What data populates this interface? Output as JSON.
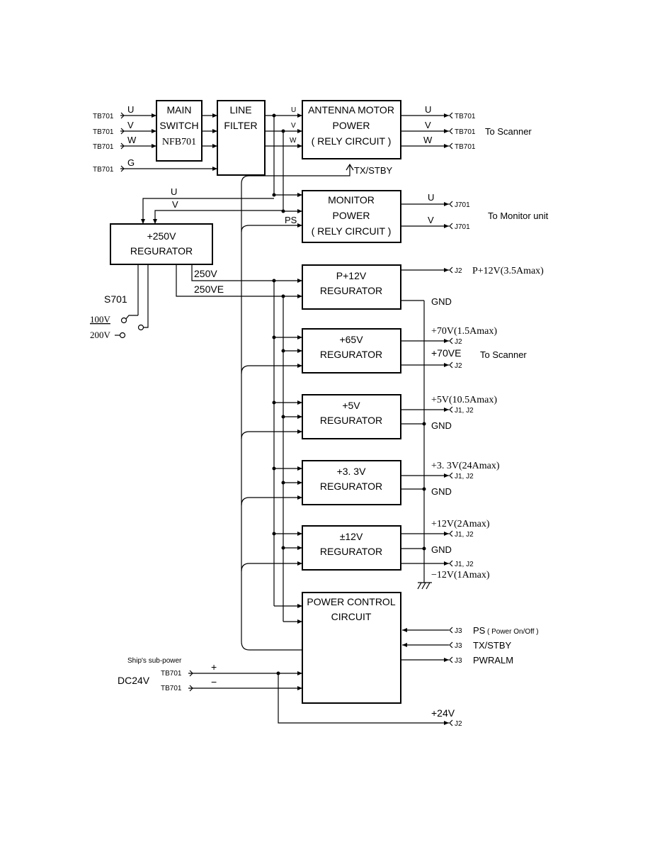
{
  "tb701": "TB701",
  "phases": {
    "u": "U",
    "v": "V",
    "w": "W",
    "g": "G"
  },
  "main_switch": {
    "line1": "MAIN",
    "line2": "SWITCH",
    "line3": "NFB701"
  },
  "line_filter": {
    "line1": "LINE",
    "line2": "FILTER"
  },
  "antenna_power": {
    "line1": "ANTENNA MOTOR",
    "line2": "POWER",
    "line3": "( RELY CIRCUIT )"
  },
  "monitor_power": {
    "line1": "MONITOR",
    "line2": "POWER",
    "line3": "( RELY CIRCUIT )"
  },
  "reg250": {
    "line1": "+250V",
    "line2": "REGURATOR"
  },
  "regp12": {
    "line1": "P+12V",
    "line2": "REGURATOR"
  },
  "reg65": {
    "line1": "+65V",
    "line2": "REGURATOR"
  },
  "reg5": {
    "line1": "+5V",
    "line2": "REGURATOR"
  },
  "reg33": {
    "line1": "+3. 3V",
    "line2": "REGURATOR"
  },
  "reg12": {
    "line1": "±12V",
    "line2": "REGURATOR"
  },
  "power_control": {
    "line1": "POWER CONTROL",
    "line2": "CIRCUIT"
  },
  "labels": {
    "to_scanner": "To Scanner",
    "to_monitor": "To Monitor unit",
    "txstby": "TX/STBY",
    "ps": "PS",
    "j701": "J701",
    "v250": "250V",
    "v250e": "250VE",
    "s701": "S701",
    "v100": "100V",
    "v200": "200V",
    "gnd": "GND",
    "j1j2": "J1, J2",
    "j2": "J2",
    "j3": "J3",
    "out_p12": "P+12V(3.5Amax)",
    "out_70": "+70V(1.5Amax)",
    "out_70e": "+70VE",
    "out_5": "+5V(10.5Amax)",
    "out_33": "+3. 3V(24Amax)",
    "out_12p": "+12V(2Amax)",
    "out_12m": "−12V(1Amax)",
    "ps_ctrl": "PS",
    "ps_note": "( Power On/Off )",
    "tx_stby": "TX/STBY",
    "pwralm": "PWRALM",
    "sub_power": "Ship's sub-power",
    "dc24v": "DC24V",
    "plus": "+",
    "minus": "−",
    "out_24": "+24V"
  }
}
